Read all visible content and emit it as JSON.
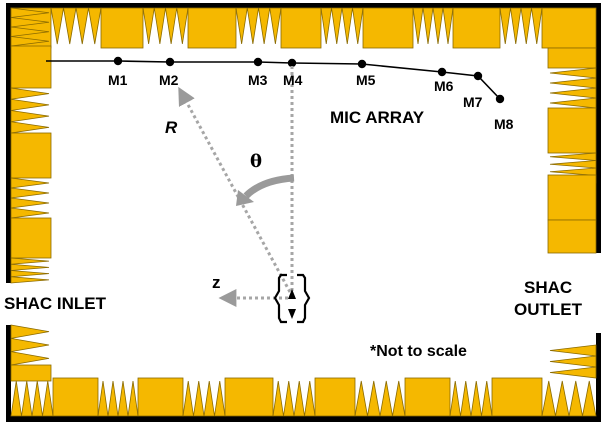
{
  "title_labels": {
    "mic_array": "MIC ARRAY",
    "inlet": "SHAC INLET",
    "outlet_line1": "SHAC",
    "outlet_line2": "OUTLET",
    "note": "*Not to scale"
  },
  "geometry_labels": {
    "radius": "R",
    "angle": "θ",
    "axis": "z"
  },
  "microphones": [
    {
      "label": "M1"
    },
    {
      "label": "M2"
    },
    {
      "label": "M3"
    },
    {
      "label": "M4"
    },
    {
      "label": "M5"
    },
    {
      "label": "M6"
    },
    {
      "label": "M7"
    },
    {
      "label": "M8"
    }
  ],
  "colors": {
    "wedge_fill": "#f5b800",
    "wedge_stroke": "#8a6a00",
    "wall": "#000000",
    "dotted": "#a6a6a6",
    "arrow_gray": "#9a9a9a"
  }
}
